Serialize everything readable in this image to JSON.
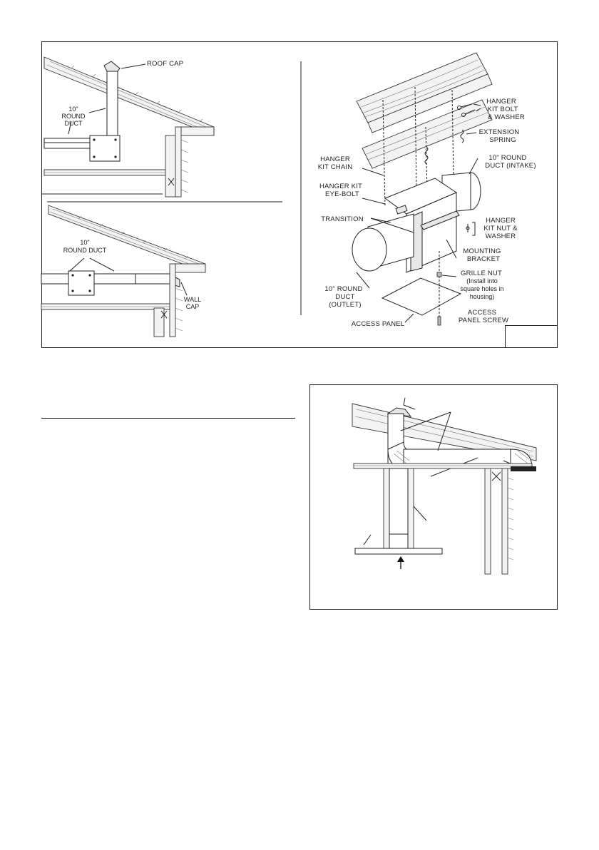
{
  "top_figure": {
    "roof_cap_diagram": {
      "roof_cap_label": "ROOF CAP",
      "duct_label_1": "10\"",
      "duct_label_2": "ROUND",
      "duct_label_3": "DUCT"
    },
    "wall_cap_diagram": {
      "duct_label_1": "10\"",
      "duct_label_2": "ROUND DUCT",
      "wall_cap_1": "WALL",
      "wall_cap_2": "CAP"
    },
    "hanger_diagram": {
      "hanger_bolt_1": "HANGER",
      "hanger_bolt_2": "KIT BOLT",
      "hanger_bolt_3": "& WASHER",
      "extension_1": "EXTENSION",
      "extension_2": "SPRING",
      "chain_1": "HANGER",
      "chain_2": "KIT CHAIN",
      "intake_1": "10\" ROUND",
      "intake_2": "DUCT (INTAKE)",
      "eyebolt_1": "HANGER KIT",
      "eyebolt_2": "EYE-BOLT",
      "transition": "TRANSITION",
      "nut_1": "HANGER",
      "nut_2": "KIT NUT &",
      "nut_3": "WASHER",
      "bracket_1": "MOUNTING",
      "bracket_2": "BRACKET",
      "outlet_1": "10\" ROUND",
      "outlet_2": "DUCT",
      "outlet_3": "(OUTLET)",
      "grille_1": "GRILLE NUT",
      "grille_2": "(Install into",
      "grille_3": "square holes in",
      "grille_4": "housing)",
      "screw_1": "ACCESS",
      "screw_2": "PANEL SCREW",
      "access_panel": "ACCESS PANEL"
    }
  }
}
